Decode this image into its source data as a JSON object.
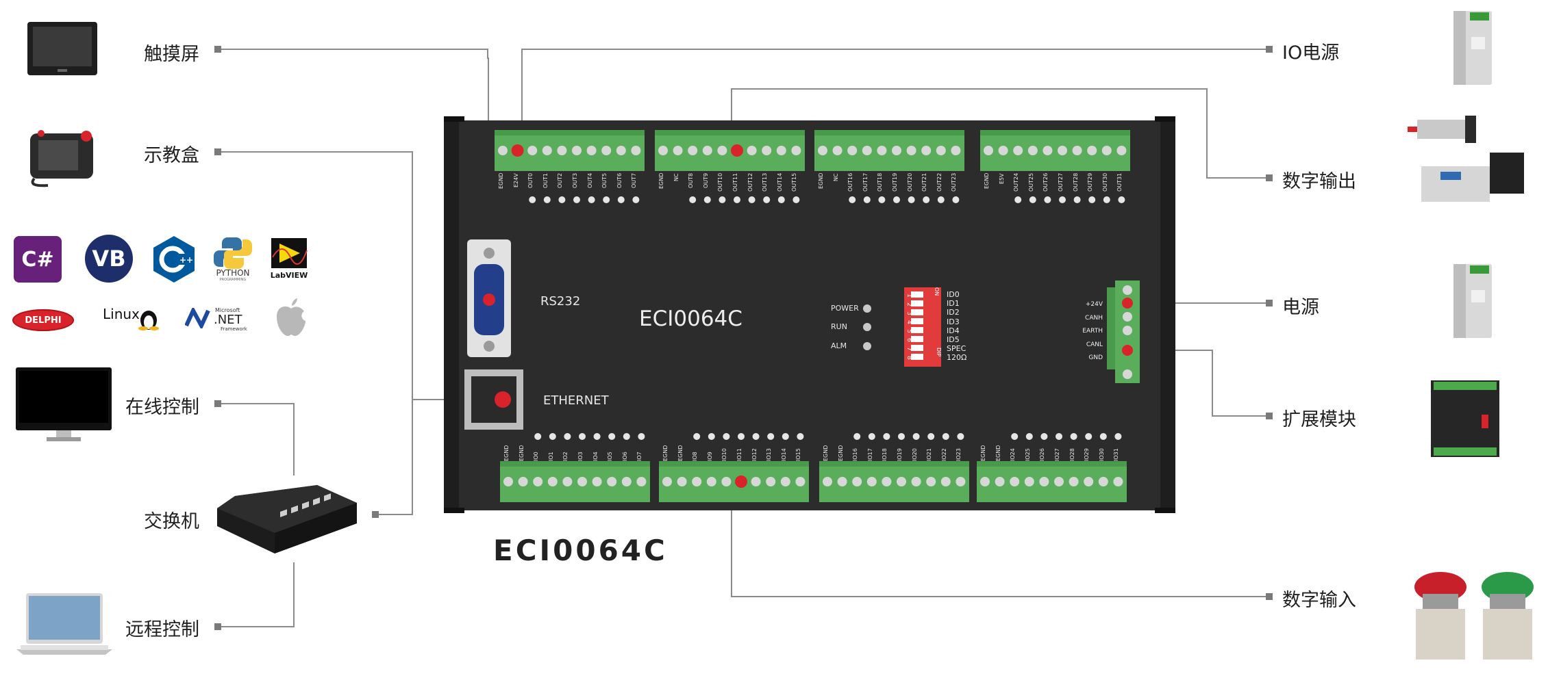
{
  "left_labels": {
    "touchscreen": "触摸屏",
    "teach_pendant": "示教盒",
    "online_control": "在线控制",
    "switch": "交换机",
    "remote_control": "远程控制"
  },
  "right_labels": {
    "io_power": "IO电源",
    "digital_output": "数字输出",
    "power": "电源",
    "expansion_module": "扩展模块",
    "digital_input": "数字输入"
  },
  "software_logos": [
    "C#",
    "VB",
    "C++",
    "PYTHON",
    "LabVIEW",
    "DELPHI",
    "Linux",
    ".NET",
    "Apple"
  ],
  "software_sub": {
    "python": "PROGRAMMING",
    "net_top": "Microsoft",
    "net_bottom": "Framework"
  },
  "controller": {
    "model_on_panel": "ECI0064C",
    "model_caption": "ECI0064C",
    "rs232_label": "RS232",
    "ethernet_label": "ETHERNET",
    "leds": [
      "POWER",
      "RUN",
      "ALM"
    ],
    "dip_labels": [
      "ID0",
      "ID1",
      "ID2",
      "ID3",
      "ID4",
      "ID5",
      "SPEC",
      "120Ω"
    ],
    "dip_side_top": "ON",
    "dip_side_bottom": "DIP",
    "dip_numbers": [
      "1",
      "2",
      "3",
      "4",
      "5",
      "6",
      "7",
      "8"
    ],
    "power_terminal": [
      "+24V",
      "CANH",
      "EARTH",
      "CANL",
      "GND"
    ],
    "top_blocks": [
      [
        "EGND",
        "E24V",
        "OUT0",
        "OUT1",
        "OUT2",
        "OUT3",
        "OUT4",
        "OUT5",
        "OUT6",
        "OUT7"
      ],
      [
        "EGND",
        "NC",
        "OUT8",
        "OUT9",
        "OUT10",
        "OUT11",
        "OUT12",
        "OUT13",
        "OUT14",
        "OUT15"
      ],
      [
        "EGND",
        "NC",
        "OUT16",
        "OUT17",
        "OUT18",
        "OUT19",
        "OUT20",
        "OUT21",
        "OUT22",
        "OUT23"
      ],
      [
        "EGND",
        "E5V",
        "OUT24",
        "OUT25",
        "OUT26",
        "OUT27",
        "OUT28",
        "OUT29",
        "OUT30",
        "OUT31"
      ]
    ],
    "bottom_blocks": [
      [
        "EGND",
        "EGND",
        "IO0",
        "IO1",
        "IO2",
        "IO3",
        "IO4",
        "IO5",
        "IO6",
        "IO7"
      ],
      [
        "EGND",
        "EGND",
        "IO8",
        "IO9",
        "IO10",
        "IO11",
        "IO12",
        "IO13",
        "IO14",
        "IO15"
      ],
      [
        "EGND",
        "EGND",
        "IO16",
        "IO17",
        "IO18",
        "IO19",
        "IO20",
        "IO21",
        "IO22",
        "IO23"
      ],
      [
        "EGND",
        "EGND",
        "IO24",
        "IO25",
        "IO26",
        "IO27",
        "IO28",
        "IO29",
        "IO30",
        "IO31"
      ]
    ]
  },
  "colors": {
    "panel": "#2c2c2c",
    "terminal": "#5aae5b",
    "accent_red": "#d8232a",
    "line": "#8a8a8a",
    "db9_blue": "#233f8c"
  }
}
